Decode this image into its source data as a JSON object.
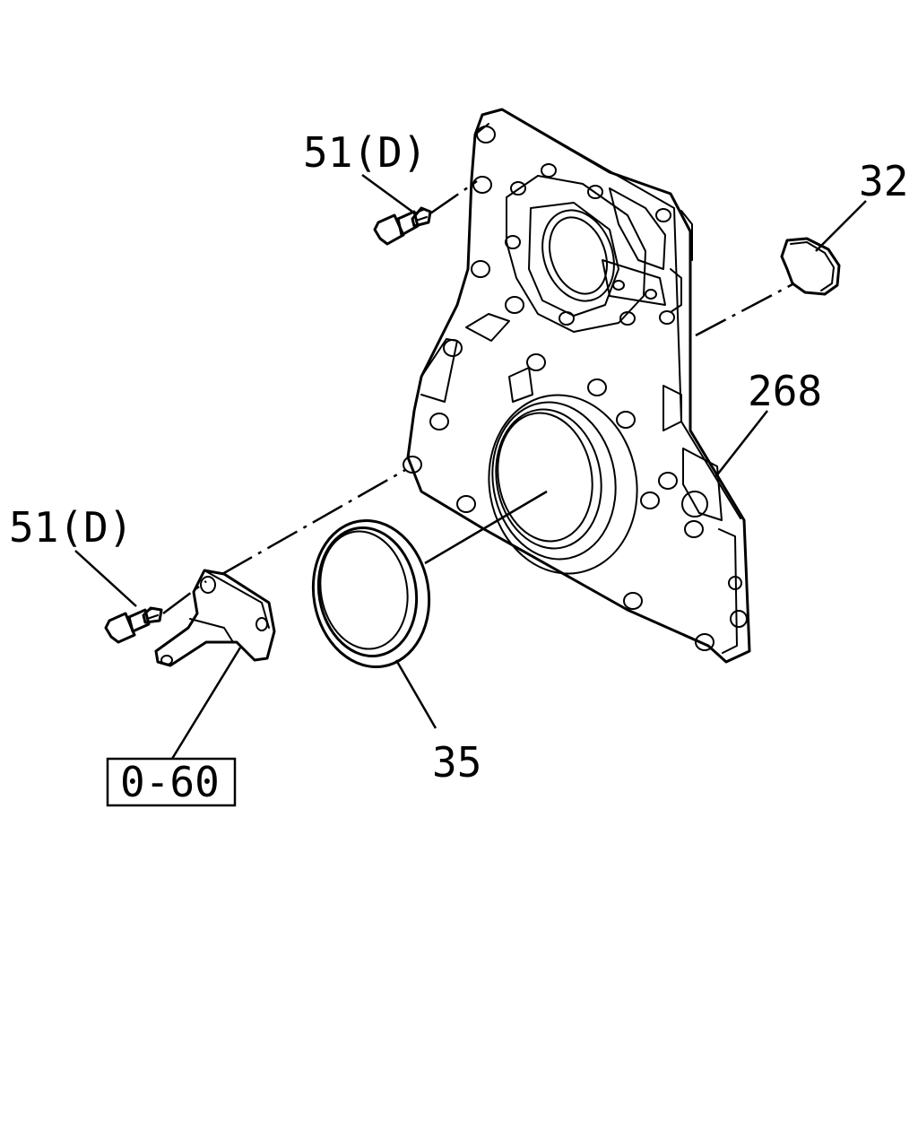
{
  "callouts": {
    "bolt_upper": "51(D)",
    "bolt_lower": "51(D)",
    "gasket": "32",
    "cover": "268",
    "oil_seal": "35",
    "ref_box": "0-60"
  }
}
